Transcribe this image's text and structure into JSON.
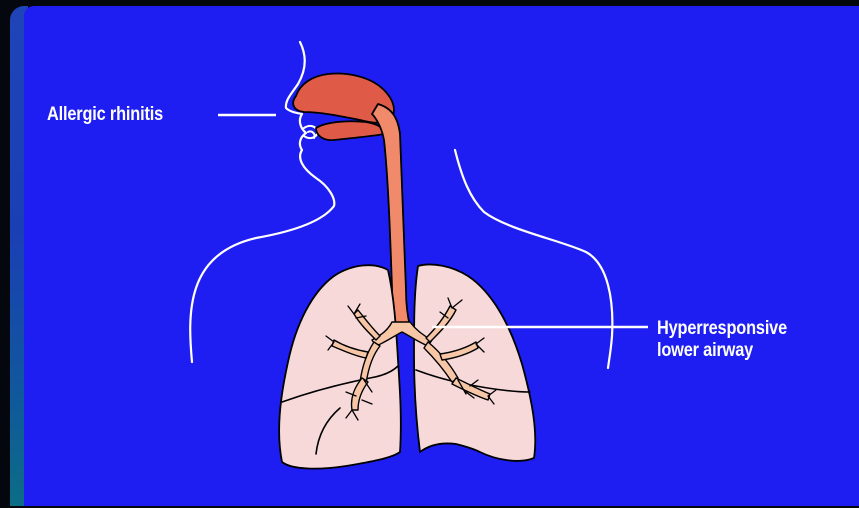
{
  "labels": {
    "allergic_rhinitis": "Allergic rhinitis",
    "airway_line1": "Hyperresponsive",
    "airway_line2": "lower airway"
  },
  "colors": {
    "background": "#1e1ef2",
    "outline": "#ffffff",
    "nasal_airway": "#e05a48",
    "trachea": "#f08a6a",
    "lung": "#f7d9da",
    "bronchi": "#f6c6a6",
    "stroke": "#000000"
  }
}
